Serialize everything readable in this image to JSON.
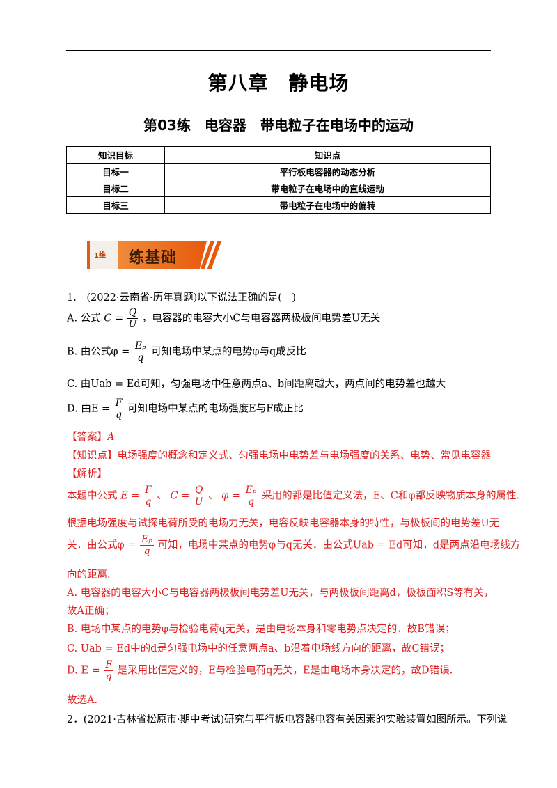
{
  "header": {
    "chapter": "第八章　静电场",
    "section": "第03练　电容器　带电粒子在电场中的运动"
  },
  "goals_table": {
    "headers": [
      "知识目标",
      "知识点"
    ],
    "rows": [
      [
        "目标一",
        "平行板电容器的动态分析"
      ],
      [
        "目标二",
        "带电粒子在电场中的直线运动"
      ],
      [
        "目标三",
        "带电粒子在电场中的偏转"
      ]
    ]
  },
  "banner": {
    "tag": "1维",
    "label": "练基础"
  },
  "q1": {
    "stem": "1.　(2022·云南省·历年真题)以下说法正确的是(　)",
    "optA_pre": "A.  公式",
    "optA_post": "，电容器的电容大小C与电容器两极板间电势差U无关",
    "optB_pre": "B.  由公式φ =",
    "optB_post": "可知电场中某点的电势φ与q成反比",
    "optC": "C.  由Uab = Ed可知，匀强电场中任意两点a、b间距离越大，两点间的电势差也越大",
    "optD_pre": "D.  由E =",
    "optD_post": "可知电场中某点的电场强度E与F成正比",
    "answer_label": "【答案】",
    "answer_value": "A",
    "kp_label": "【知识点】",
    "kp_value": "电场强度的概念和定义式、匀强电场中电势差与电场强度的关系、电势、常见电容器",
    "analysis_label": "【解析】",
    "ex1_pre": "本题中公式",
    "ex1_post": "采用的都是比值定义法，E、C和φ都反映物质本身的属性.",
    "ex2": "根据电场强度与试探电荷所受的电场力无关，电容反映电容器本身的特性，与极板间的电势差U无",
    "ex3_pre": "关．由公式φ =",
    "ex3_post": "可知，电场中某点的电势φ与q无关．由公式Uab = Ed可知，d是两点沿电场线方",
    "ex4": "向的距离.",
    "ex5": "A. 电容器的电容大小C与电容器两极板间电势差U无关，与两极板间距离d，极板面积S等有关，",
    "ex6": "故A正确；",
    "ex7": "B. 电场中某点的电势φ与检验电荷q无关，是由电场本身和零电势点决定的．故B错误；",
    "ex8": "C. Uab = Ed中的d是匀强电场中的任意两点a、b沿着电场线方向的距离，故C错误；",
    "ex9_pre": "D. E =",
    "ex9_post": "是采用比值定义的，E与检验电荷q无关，E是由电场本身决定的，故D错误.",
    "ex10": "故选A."
  },
  "q2": {
    "stem": "2．(2021·吉林省松原市·期中考试)研究与平行板电容器电容有关因素的实验装置如图所示。下列说"
  },
  "formulas": {
    "C": "C =",
    "Q": "Q",
    "U": "U",
    "Ep": "Eₚ",
    "q": "q",
    "F": "F",
    "E_eq": "E =",
    "C_eq": "C =",
    "phi_eq": "φ =",
    "sep1": "、",
    "sep2": "、"
  }
}
